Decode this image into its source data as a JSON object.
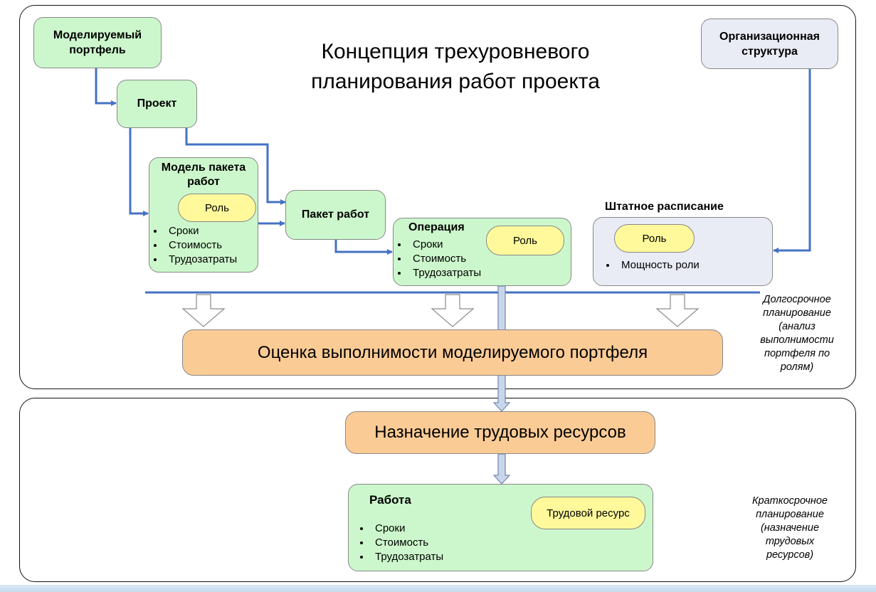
{
  "title_lines": [
    "Концепция трехуровневого",
    "планирования работ проекта"
  ],
  "nodes": {
    "portfolio": "Моделируемый портфель",
    "project": "Проект",
    "wp_model": "Модель пакета работ",
    "work_package": "Пакет работ",
    "operation": "Операция",
    "org_structure": "Организационная структура",
    "staffing": "Штатное расписание",
    "work": "Работа"
  },
  "pills": {
    "role_model": "Роль",
    "role_operation": "Роль",
    "role_staff": "Роль",
    "labor_resource": "Трудовой ресурс"
  },
  "bullets": {
    "wp_model": [
      "Сроки",
      "Стоимость",
      "Трудозатраты"
    ],
    "operation": [
      "Сроки",
      "Стоимость",
      "Трудозатраты"
    ],
    "staffing": [
      "Мощность роли"
    ],
    "work": [
      "Сроки",
      "Стоимость",
      "Трудозатраты"
    ]
  },
  "orange": {
    "feasibility": "Оценка выполнимости моделируемого портфеля",
    "assignment": "Назначение трудовых ресурсов"
  },
  "notes": {
    "long_term": [
      "Долгосрочное",
      "планирование",
      "(анализ",
      "выполнимости",
      "портфеля по",
      "ролям)"
    ],
    "short_term": [
      "Краткосрочное",
      "планирование",
      "(назначение",
      "трудовых",
      "ресурсов)"
    ]
  },
  "colors": {
    "green_box": "#ccf7cc",
    "gray_box": "#e9ebf5",
    "orange_box": "#fbcb95",
    "pill": "#fff99b",
    "connector": "#4472c4",
    "wide_arrow_fill": "#d6e0ee"
  }
}
